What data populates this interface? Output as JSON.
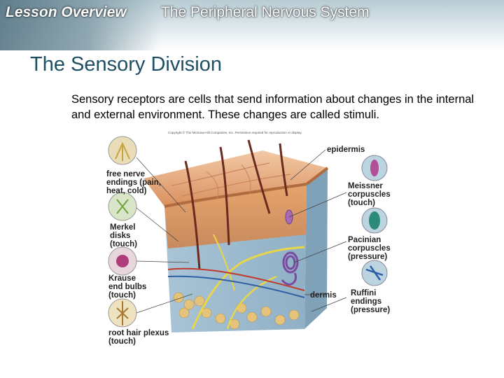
{
  "header": {
    "section_label": "Lesson Overview",
    "chapter_title": "The Peripheral Nervous System"
  },
  "slide": {
    "title": "The Sensory Division",
    "body": "Sensory receptors are cells that send information about changes in the internal and external environment. These changes are called stimuli."
  },
  "figure": {
    "copyright": "Copyright © The McGraw-Hill Companies, Inc. Permission required for reproduction or display.",
    "left_labels": [
      {
        "lines": [
          "free nerve",
          "endings (pain,",
          "heat, cold)"
        ]
      },
      {
        "lines": [
          "Merkel",
          "disks",
          "(touch)"
        ]
      },
      {
        "lines": [
          "Krause",
          "end bulbs",
          "(touch)"
        ]
      },
      {
        "lines": [
          "root hair plexus",
          "(touch)"
        ]
      }
    ],
    "right_labels": [
      {
        "lines": [
          "epidermis"
        ]
      },
      {
        "lines": [
          "Meissner",
          "corpuscles",
          "(touch)"
        ]
      },
      {
        "lines": [
          "Pacinian",
          "corpuscles",
          "(pressure)"
        ]
      },
      {
        "lines": [
          "dermis"
        ]
      },
      {
        "lines": [
          "Ruffini",
          "endings",
          "(pressure)"
        ]
      }
    ]
  }
}
